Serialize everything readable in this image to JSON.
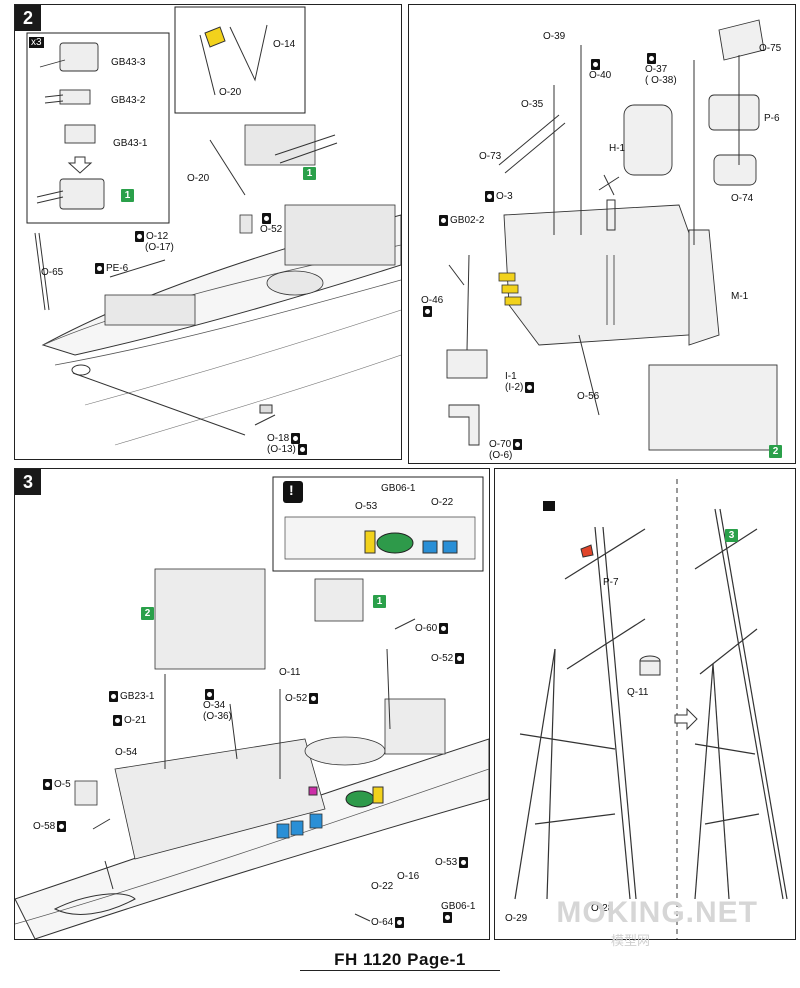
{
  "steps": {
    "s2": "2",
    "s3": "3",
    "note": "!"
  },
  "marks": {
    "m1": "1",
    "m2": "2",
    "m3": "3"
  },
  "panel1": {
    "x3": "x3",
    "GB43_3": "GB43-3",
    "GB43_2": "GB43-2",
    "GB43_1": "GB43-1",
    "O_14": "O-14",
    "O_20a": "O-20",
    "O_20b": "O-20",
    "O_52": "O-52",
    "O_12": "O-12",
    "O_17": "(O-17)",
    "PE_6": "PE-6",
    "O_65": "O-65",
    "O_18": "O-18",
    "O_13": "(O-13)"
  },
  "panel2": {
    "O_39": "O-39",
    "O_40": "O-40",
    "O_37": "O-37",
    "O_38": "( O-38)",
    "O_75": "O-75",
    "P_6": "P-6",
    "O_35": "O-35",
    "O_73": "O-73",
    "H_1": "H-1",
    "O_3": "O-3",
    "O_74": "O-74",
    "GB02_2": "GB02-2",
    "M_1": "M-1",
    "O_46": "O-46",
    "I_1": "I-1",
    "I_2": "(I-2)",
    "O_56": "O-56",
    "O_70": "O-70",
    "O_6": "(O-6)"
  },
  "panel3": {
    "GB06_1a": "GB06-1",
    "O_53a": "O-53",
    "O_22a": "O-22",
    "O_60": "O-60",
    "O_52": "O-52",
    "O_11": "O-11",
    "O_52b": "O-52",
    "GB23_1": "GB23-1",
    "O_34": "O-34",
    "O_36": "(O-36)",
    "O_21": "O-21",
    "O_54": "O-54",
    "O_5": "O-5",
    "O_58": "O-58",
    "O_22b": "O-22",
    "O_16": "O-16",
    "O_53b": "O-53",
    "GB06_1b": "GB06-1",
    "O_64": "O-64"
  },
  "panel4": {
    "P_7": "P-7",
    "Q_11": "Q-11",
    "O_28": "O-28",
    "O_29": "O-29"
  },
  "footer": "FH 1120  Page-1",
  "watermark": "MOKING.NET",
  "watermark_sub": "模型网",
  "colors": {
    "green": "#2aa04a",
    "yellow": "#f2d21c",
    "blue": "#2a8fd6",
    "pcb_green": "#2e9a4a",
    "magenta": "#cc2ea8",
    "red": "#e0442a"
  }
}
